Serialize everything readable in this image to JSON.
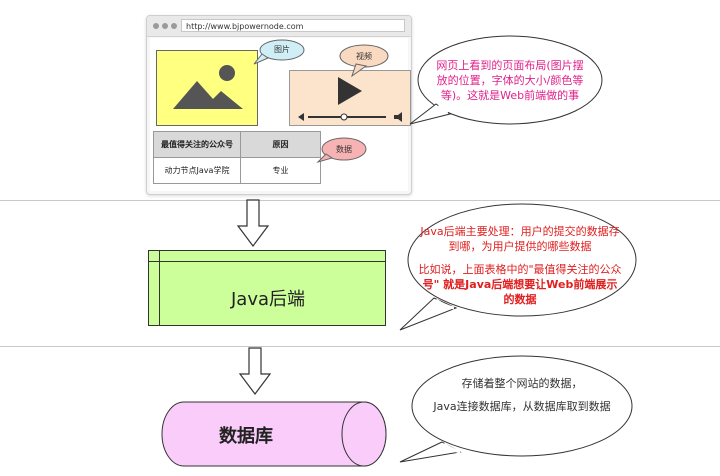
{
  "browser": {
    "url": "http://www.bjpowernode.com"
  },
  "frontend": {
    "image_bubble": "图片",
    "video_bubble": "视频",
    "data_bubble": "数据",
    "table": {
      "headers": [
        "最值得关注的公众号",
        "原因"
      ],
      "rows": [
        [
          "动力节点Java学院",
          "专业"
        ]
      ]
    },
    "callout_lines": [
      "网页上看到的页面布局(图片摆",
      "放的位置，字体的大小/颜色等",
      "等)。这就是Web前端做的事"
    ]
  },
  "backend": {
    "label": "Java后端",
    "callout_line1": [
      "Java后端主要处理：用户的提交的数据存",
      "到哪，为用户提供的哪些数据"
    ],
    "callout_line2": [
      "比如说，上面表格中的\"最值得关注的公众",
      "号\" 就是Java后端想要让Web前端展示",
      "的数据"
    ]
  },
  "database": {
    "label": "数据库",
    "callout_lines": [
      "存储着整个网站的数据，",
      "Java连接数据库，从数据库取到数据"
    ]
  },
  "colors": {
    "image_fill": "#ffff80",
    "video_fill": "#fbe3cc",
    "backend_fill": "#ccff99",
    "db_fill": "#f9ccf9",
    "pink_text": "#e0218a",
    "red_text": "#e01e1e"
  }
}
